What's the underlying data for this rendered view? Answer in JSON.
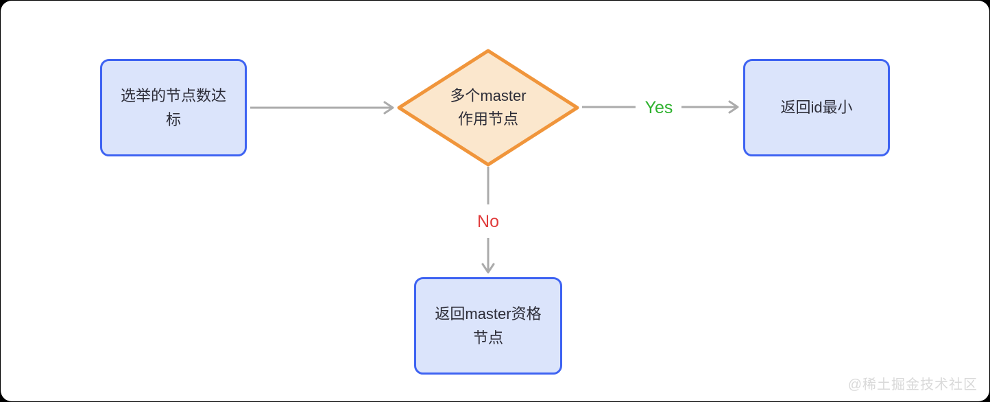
{
  "diagram": {
    "type": "flowchart",
    "nodes": {
      "start": {
        "text": "选举的节点数达标",
        "lines": [
          "选举的节点数达",
          "标"
        ],
        "shape": "rounded-rect"
      },
      "decision": {
        "text": "多个master作用节点",
        "lines": [
          "多个master",
          "作用节点"
        ],
        "shape": "diamond"
      },
      "yes_result": {
        "text": "返回id最小",
        "lines": [
          "返回id最小"
        ],
        "shape": "rounded-rect"
      },
      "no_result": {
        "text": "返回master资格节点",
        "lines": [
          "返回master资格",
          "节点"
        ],
        "shape": "rounded-rect"
      }
    },
    "edges": {
      "start_to_decision": {
        "label": ""
      },
      "decision_to_yes": {
        "label": "Yes"
      },
      "decision_to_no": {
        "label": "No"
      }
    },
    "colors": {
      "page_frame": "#000000",
      "card_background": "#ffffff",
      "rect_border": "#3e63f2",
      "rect_fill": "#dbe4fb",
      "diamond_border": "#f0953b",
      "diamond_fill": "#fbe7cd",
      "arrow": "#ababab",
      "node_text": "#2d2d38",
      "yes_label": "#2eb22e",
      "no_label": "#e03c3c",
      "watermark": "#d9d9d9"
    }
  },
  "watermark": {
    "text": "@稀土掘金技术社区"
  }
}
